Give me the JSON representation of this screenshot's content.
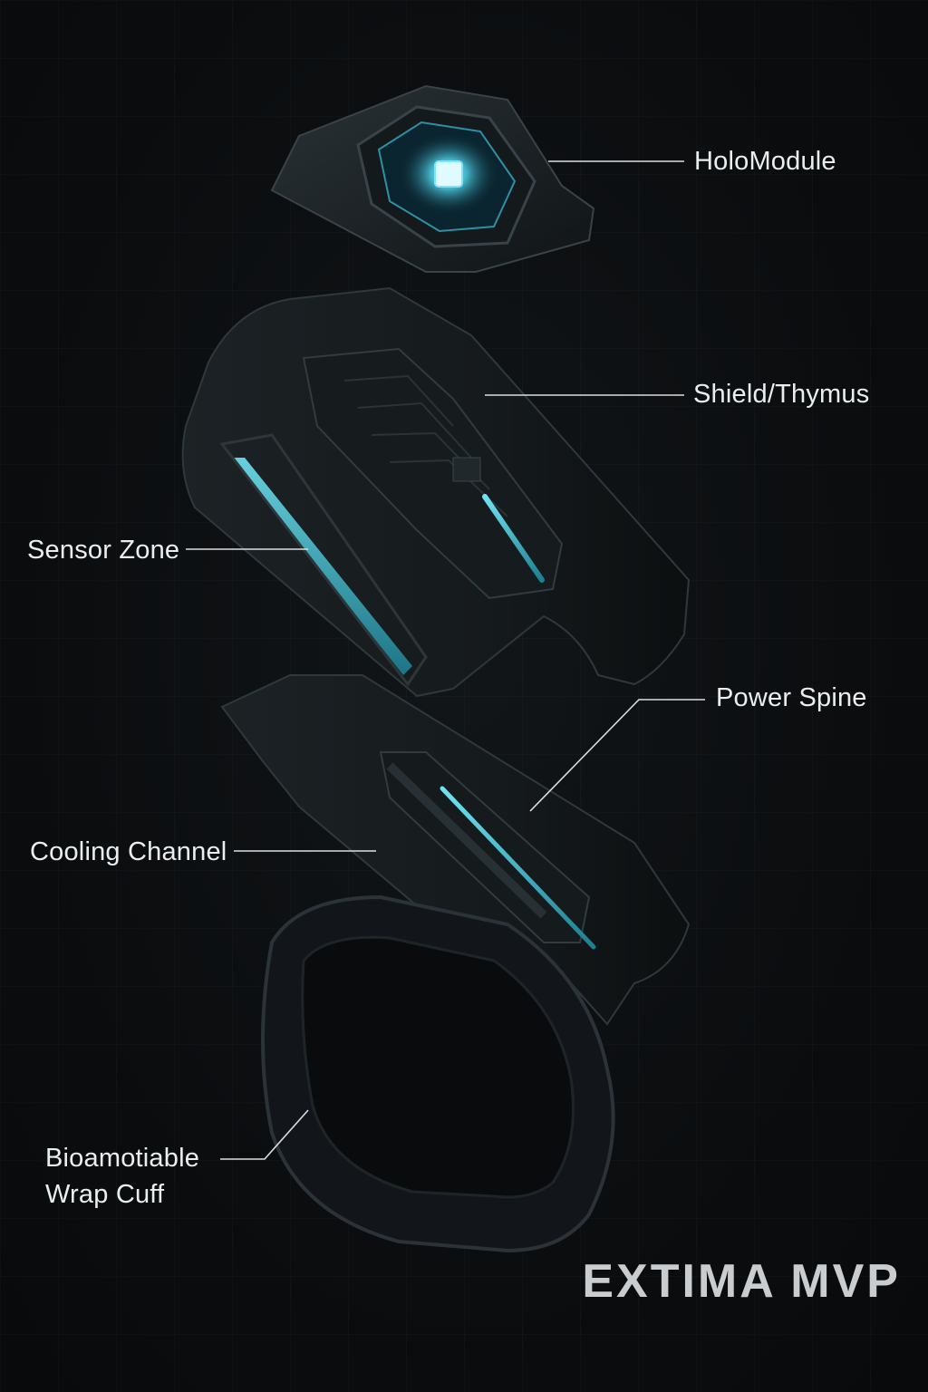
{
  "callouts": {
    "holomodule": "HoloModule",
    "shield": "Shield/Thymus",
    "sensor_zone": "Sensor Zone",
    "power_spine": "Power Spine",
    "cooling_channel": "Cooling Channel",
    "wrap_cuff_line1": "Bioamotiable",
    "wrap_cuff_line2": "Wrap Cuff"
  },
  "brand": "EXTIMA MVP",
  "colors": {
    "background": "#0b0d0f",
    "body": "#1a1f22",
    "accent_glow": "#2fb3c9",
    "label_text": "#e9eef0"
  }
}
